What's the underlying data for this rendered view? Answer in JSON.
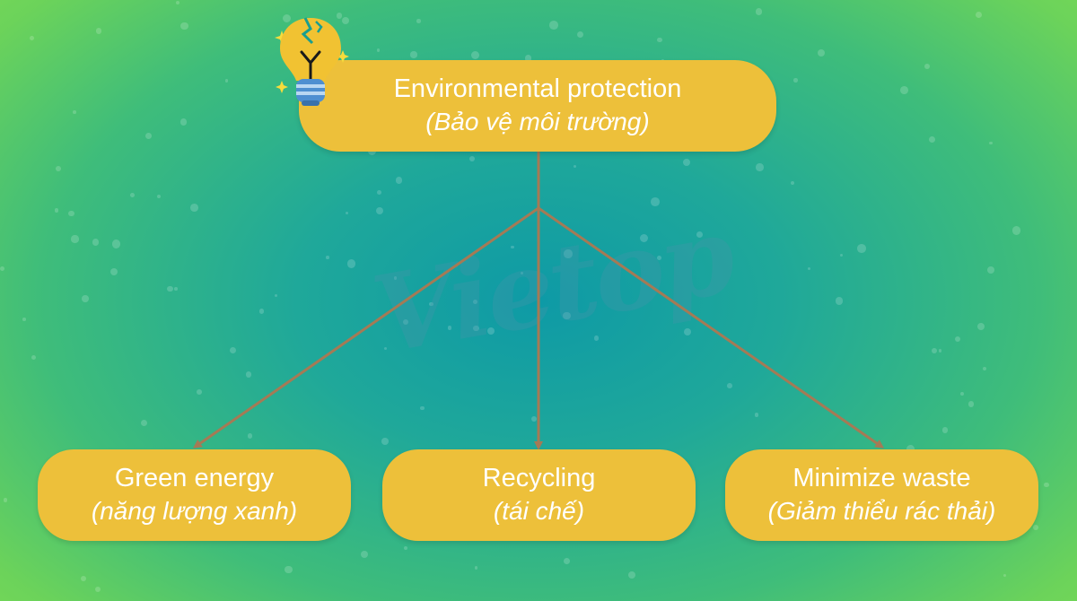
{
  "watermark": "Vietop",
  "root": {
    "en": "Environmental protection",
    "vi": "(Bảo vệ môi trường)"
  },
  "children": [
    {
      "en": "Green energy",
      "vi": "(năng lượng xanh)"
    },
    {
      "en": "Recycling",
      "vi": "(tái chế)"
    },
    {
      "en": "Minimize waste",
      "vi": "(Giảm thiểu rác thải)"
    }
  ],
  "colors": {
    "node_fill": "#edc03a",
    "node_text": "#ffffff",
    "arrow": "#a57a55",
    "background_center": "#0e9aa6",
    "background_edge": "#7ddc55"
  },
  "icons": [
    "lightbulb-icon",
    "sparkle-icon"
  ]
}
